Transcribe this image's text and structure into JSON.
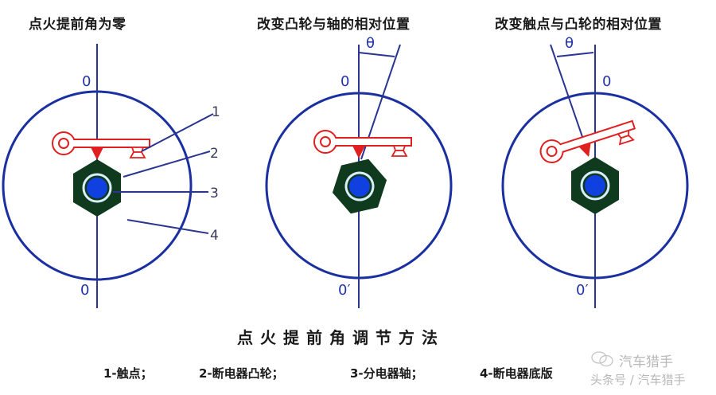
{
  "panels": [
    {
      "title": "点火提前角为零",
      "top_mark": "0",
      "bottom_mark": "0",
      "callouts": [
        "1",
        "2",
        "3",
        "4"
      ]
    },
    {
      "title": "改变凸轮与轴的相对位置",
      "angle_label": "θ",
      "top_mark": "0",
      "bottom_mark": "0′"
    },
    {
      "title": "改变触点与凸轮的相对位置",
      "angle_label": "θ",
      "top_mark": "0",
      "bottom_mark": "0′"
    }
  ],
  "caption": "点火提前角调节方法",
  "legend": [
    "1-触点；",
    "2-断电器凸轮；",
    "3-分电器轴；",
    "4-断电器底版"
  ],
  "watermark": {
    "line1": "汽车猎手",
    "line2": "头条号 / 汽车猎手"
  },
  "colors": {
    "circle": "#1a2fa0",
    "axis": "#2a3590",
    "contact": "#e02020",
    "cam": "#0f3a1e",
    "shaft": "#1040e0"
  }
}
